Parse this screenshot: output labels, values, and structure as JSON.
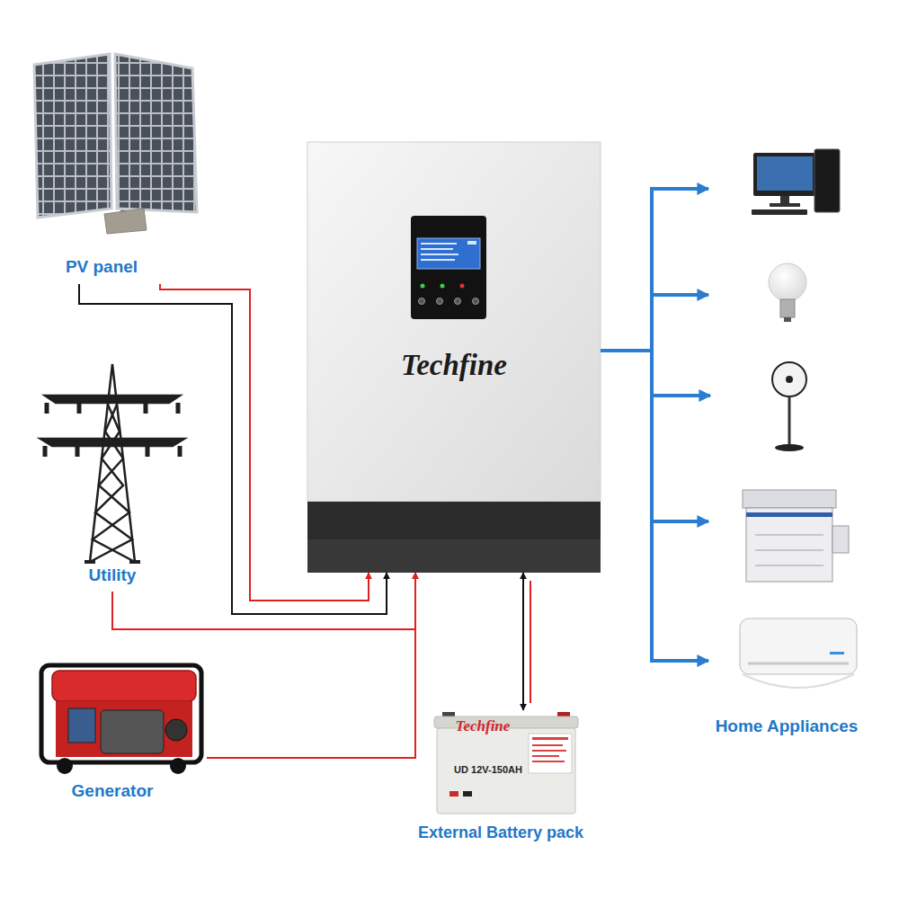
{
  "diagram": {
    "nodes": [
      {
        "text": [
          "PV panel"
        ]
      },
      {
        "text": [
          "Utility"
        ]
      },
      {
        "text": [
          "Generator"
        ]
      },
      {
        "text": [
          "Techfine"
        ]
      },
      {
        "text": [
          "Techfine",
          "UD 12V-150AH",
          "External Battery pack"
        ]
      },
      {
        "text": [
          "Home Appliances"
        ]
      }
    ],
    "edges": [
      {
        "from": 0,
        "to": 3,
        "arrow": "to"
      },
      {
        "from": 0,
        "to": 3,
        "arrow": "to"
      },
      {
        "from": 1,
        "to": 3,
        "arrow": "to"
      },
      {
        "from": 2,
        "to": 3,
        "arrow": "to"
      },
      {
        "from": 3,
        "to": 4,
        "arrow": "both"
      },
      {
        "from": 3,
        "to": 5,
        "arrow": "to"
      }
    ]
  }
}
